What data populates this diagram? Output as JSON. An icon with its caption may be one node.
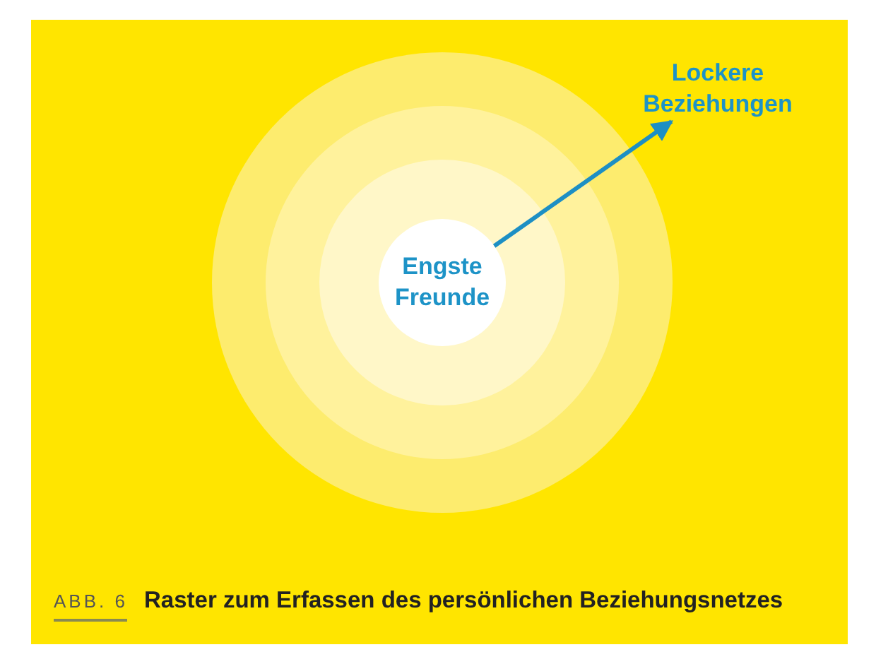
{
  "diagram": {
    "caption": "Raster zum Erfassen des persönlichen Beziehungsnetzes",
    "nodes": [
      {
        "text": [],
        "shape": "circle"
      },
      {
        "text": [],
        "shape": "circle",
        "in": 0
      },
      {
        "text": [],
        "shape": "circle",
        "in": 1
      },
      {
        "text": [
          "Engste Freunde"
        ],
        "in": 2
      },
      {
        "text": [
          "Lockere Beziehungen"
        ]
      }
    ],
    "edges": [
      {
        "from": 3,
        "to": 4,
        "arrow": "to"
      }
    ],
    "labels": [
      "ABB. 6"
    ]
  }
}
